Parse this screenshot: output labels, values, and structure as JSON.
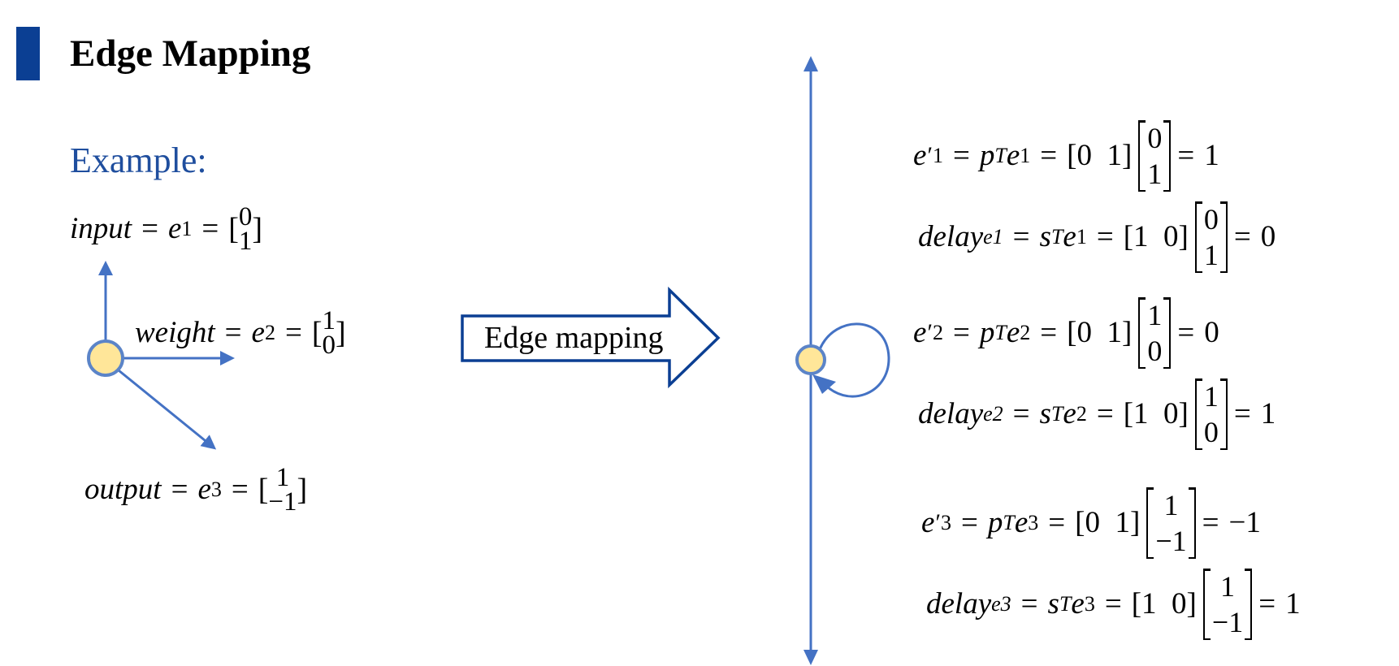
{
  "title": "Edge Mapping",
  "example_label": "Example:",
  "arrow_label": "Edge mapping",
  "colors": {
    "accent": "#0b3f93",
    "line": "#4472c4",
    "node_fill": "#ffe699",
    "example_text": "#1f4e9e"
  },
  "left_equations": {
    "input": {
      "name": "input",
      "var": "e",
      "sub": "1",
      "vec": [
        "0",
        "1"
      ]
    },
    "weight": {
      "name": "weight",
      "var": "e",
      "sub": "2",
      "vec": [
        "1",
        "0"
      ]
    },
    "output": {
      "name": "output",
      "var": "e",
      "sub": "3",
      "vec": [
        "1",
        "−1"
      ]
    }
  },
  "right_equations": [
    {
      "lhs": "e",
      "lhs_sub": "1",
      "prime": "′",
      "vec_label": "p",
      "edge_sub": "1",
      "row": "[0  1]",
      "vec": [
        "0",
        "1"
      ],
      "result": "1"
    },
    {
      "lhs": "delay",
      "lhs_sub": "e1",
      "prime": "",
      "vec_label": "s",
      "edge_sub": "1",
      "row": "[1  0]",
      "vec": [
        "0",
        "1"
      ],
      "result": "0"
    },
    {
      "lhs": "e",
      "lhs_sub": "2",
      "prime": "′",
      "vec_label": "p",
      "edge_sub": "2",
      "row": "[0  1]",
      "vec": [
        "1",
        "0"
      ],
      "result": "0"
    },
    {
      "lhs": "delay",
      "lhs_sub": "e2",
      "prime": "",
      "vec_label": "s",
      "edge_sub": "2",
      "row": "[1  0]",
      "vec": [
        "1",
        "0"
      ],
      "result": "1"
    },
    {
      "lhs": "e",
      "lhs_sub": "3",
      "prime": "′",
      "vec_label": "p",
      "edge_sub": "3",
      "row": "[0  1]",
      "vec": [
        "1",
        "−1"
      ],
      "result": "−1"
    },
    {
      "lhs": "delay",
      "lhs_sub": "e3",
      "prime": "",
      "vec_label": "s",
      "edge_sub": "3",
      "row": "[1  0]",
      "vec": [
        "1",
        "−1"
      ],
      "result": "1"
    }
  ],
  "symbols": {
    "equals": "=",
    "transpose": "T"
  }
}
